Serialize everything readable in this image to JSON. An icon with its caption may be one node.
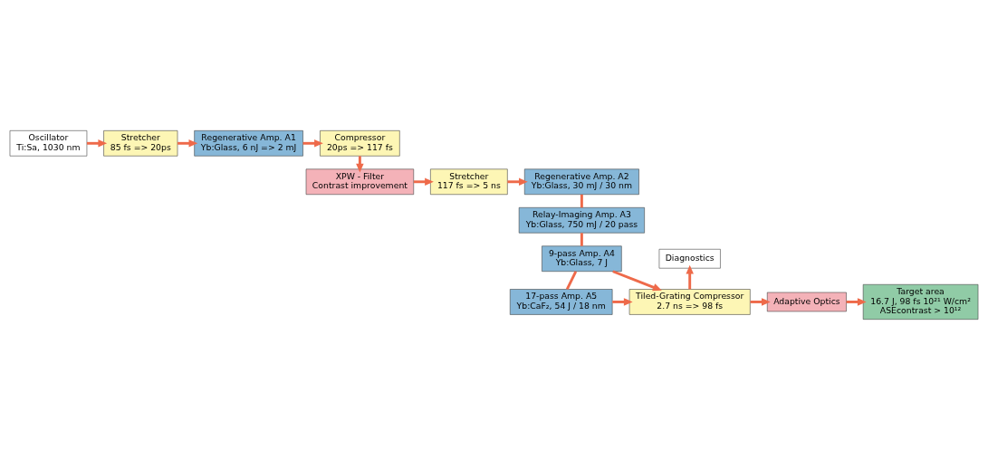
{
  "diagram": {
    "nodes": [
      {
        "text": [
          "Oscillator",
          "Ti:Sa, 1030 nm"
        ]
      },
      {
        "text": [
          "Stretcher",
          "85 fs => 20ps"
        ]
      },
      {
        "text": [
          "Regenerative Amp. A1",
          "Yb:Glass, 6 nJ => 2 mJ"
        ]
      },
      {
        "text": [
          "Compressor",
          "20ps => 117 fs"
        ]
      },
      {
        "text": [
          "XPW - Filter",
          "Contrast improvement"
        ]
      },
      {
        "text": [
          "Stretcher",
          "117 fs => 5 ns"
        ]
      },
      {
        "text": [
          "Regenerative Amp. A2",
          "Yb:Glass, 30 mJ / 30 nm"
        ]
      },
      {
        "text": [
          "Relay-Imaging Amp. A3",
          "Yb:Glass, 750 mJ / 20 pass"
        ]
      },
      {
        "text": [
          "9-pass Amp. A4",
          "Yb:Glass, 7 J"
        ]
      },
      {
        "text": [
          "17-pass Amp. A5",
          "Yb:CaF₂, 54 J / 18 nm"
        ]
      },
      {
        "text": [
          "Diagnostics"
        ]
      },
      {
        "text": [
          "Tiled-Grating Compressor",
          "2.7 ns => 98 fs"
        ]
      },
      {
        "text": [
          "Adaptive Optics"
        ]
      },
      {
        "text": [
          "Target area",
          "16.7 J, 98 fs 10²¹ W/cm²",
          "ASEcontrast > 10¹²"
        ]
      }
    ],
    "edges": [
      {
        "from": 0,
        "to": 1,
        "arrow": "to"
      },
      {
        "from": 1,
        "to": 2,
        "arrow": "to"
      },
      {
        "from": 2,
        "to": 3,
        "arrow": "to"
      },
      {
        "from": 3,
        "to": 4,
        "arrow": "to"
      },
      {
        "from": 4,
        "to": 5,
        "arrow": "to"
      },
      {
        "from": 5,
        "to": 6,
        "arrow": "to"
      },
      {
        "from": 6,
        "to": 7,
        "arrow": "none"
      },
      {
        "from": 7,
        "to": 8,
        "arrow": "none"
      },
      {
        "from": 8,
        "to": 9,
        "arrow": "none"
      },
      {
        "from": 8,
        "to": 11,
        "arrow": "to"
      },
      {
        "from": 9,
        "to": 11,
        "arrow": "to"
      },
      {
        "from": 11,
        "to": 10,
        "arrow": "to"
      },
      {
        "from": 11,
        "to": 12,
        "arrow": "to"
      },
      {
        "from": 12,
        "to": 13,
        "arrow": "to"
      }
    ]
  }
}
